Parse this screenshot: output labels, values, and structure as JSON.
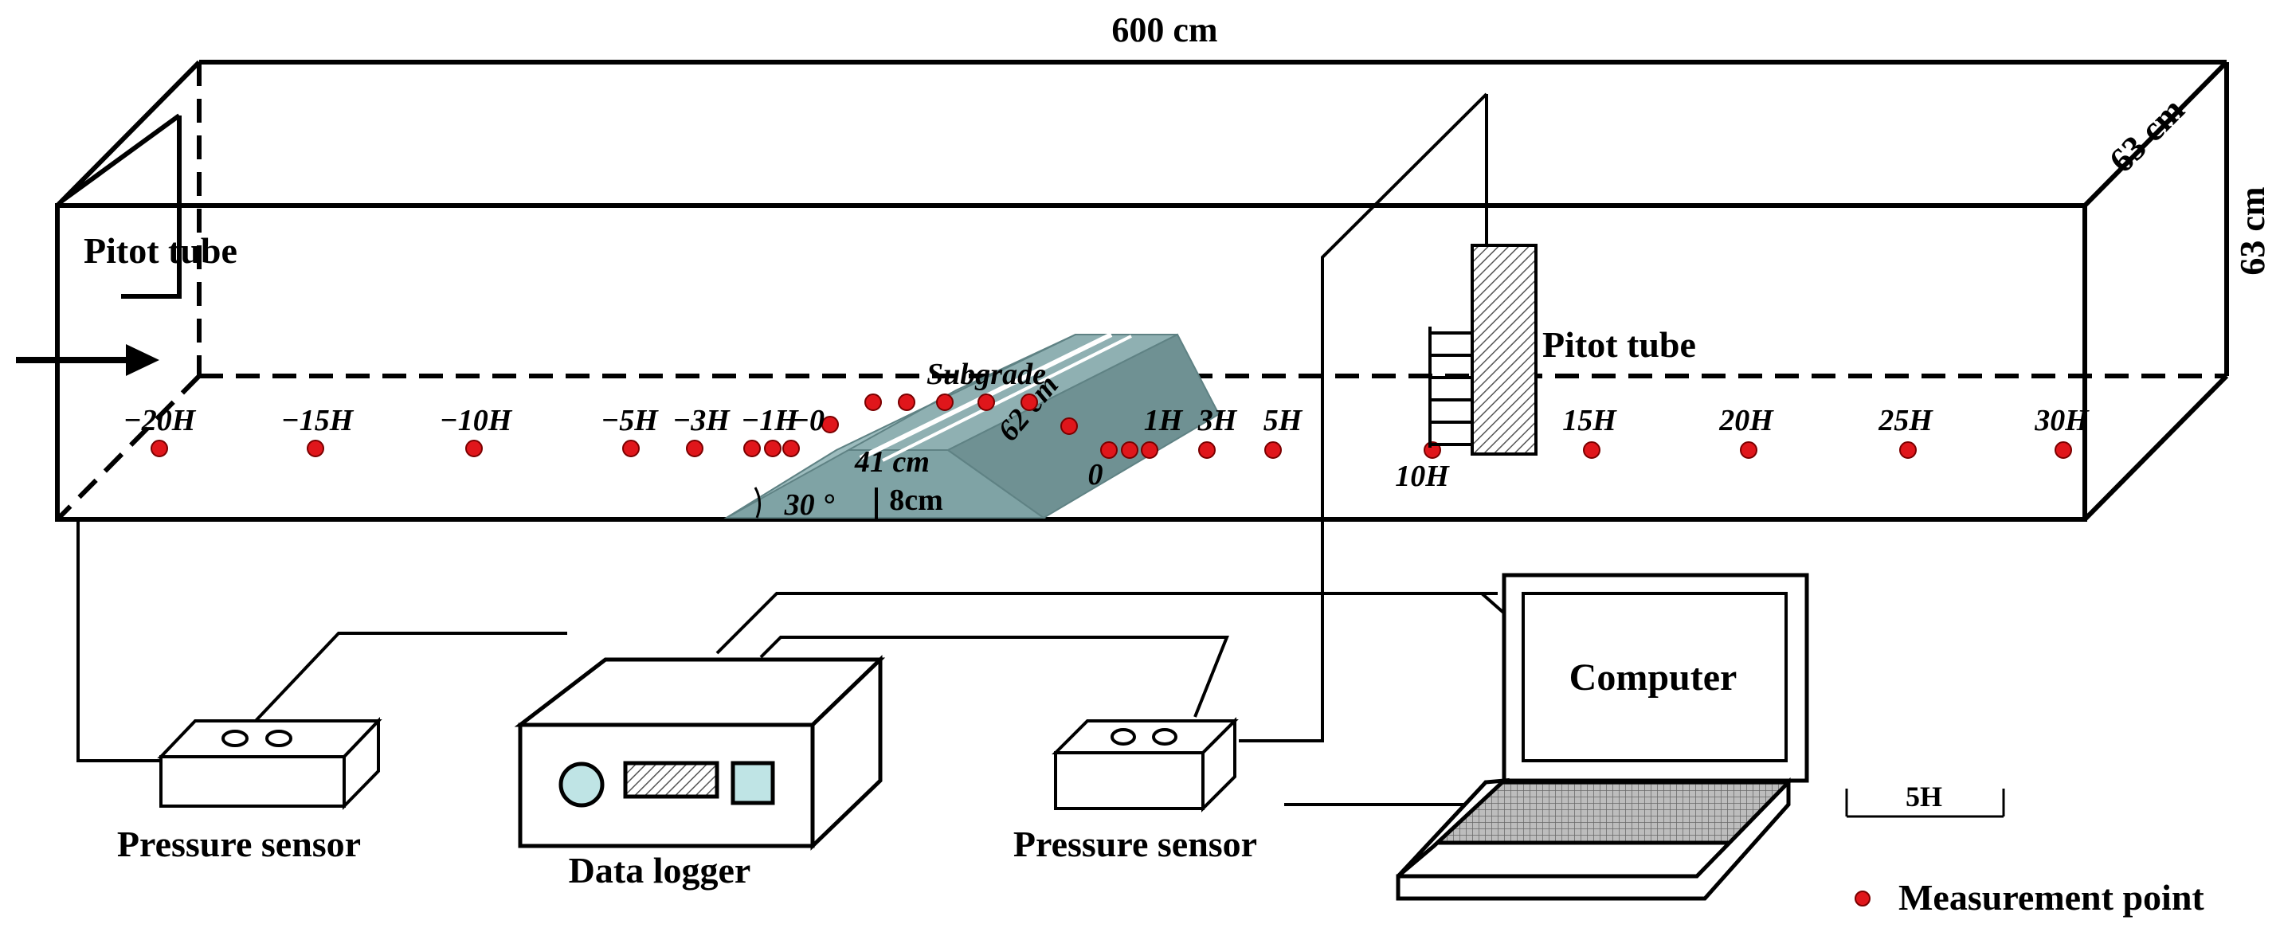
{
  "tunnel": {
    "length_label": "600 cm",
    "width_label": "63 cm",
    "height_label": "63 cm"
  },
  "pitot_left": {
    "label": "Pitot tube"
  },
  "pitot_right": {
    "label": "Pitot tube"
  },
  "subgrade": {
    "name": "Subgrade",
    "length_label": "62 cm",
    "top_width_label": "41 cm",
    "slope_label": "30 °",
    "height_label": "8cm",
    "fill_color": "#8fb0b2",
    "fill_dark": "#6f9193"
  },
  "measurement_points": {
    "color": "#e0161b",
    "upstream_labels": [
      "−20H",
      "−15H",
      "−10H",
      "−5H",
      "−3H",
      "−1H",
      "−0"
    ],
    "downstream_labels": [
      "0",
      "1H",
      "3H",
      "5H",
      "10H",
      "15H",
      "20H",
      "25H",
      "30H"
    ]
  },
  "equipment": {
    "pressure_sensor_left": "Pressure sensor",
    "data_logger": "Data logger",
    "pressure_sensor_right": "Pressure sensor",
    "computer": "Computer"
  },
  "scale_bar": {
    "label": "5H"
  },
  "legend": {
    "label": "Measurement point",
    "icon": "red-dot"
  }
}
